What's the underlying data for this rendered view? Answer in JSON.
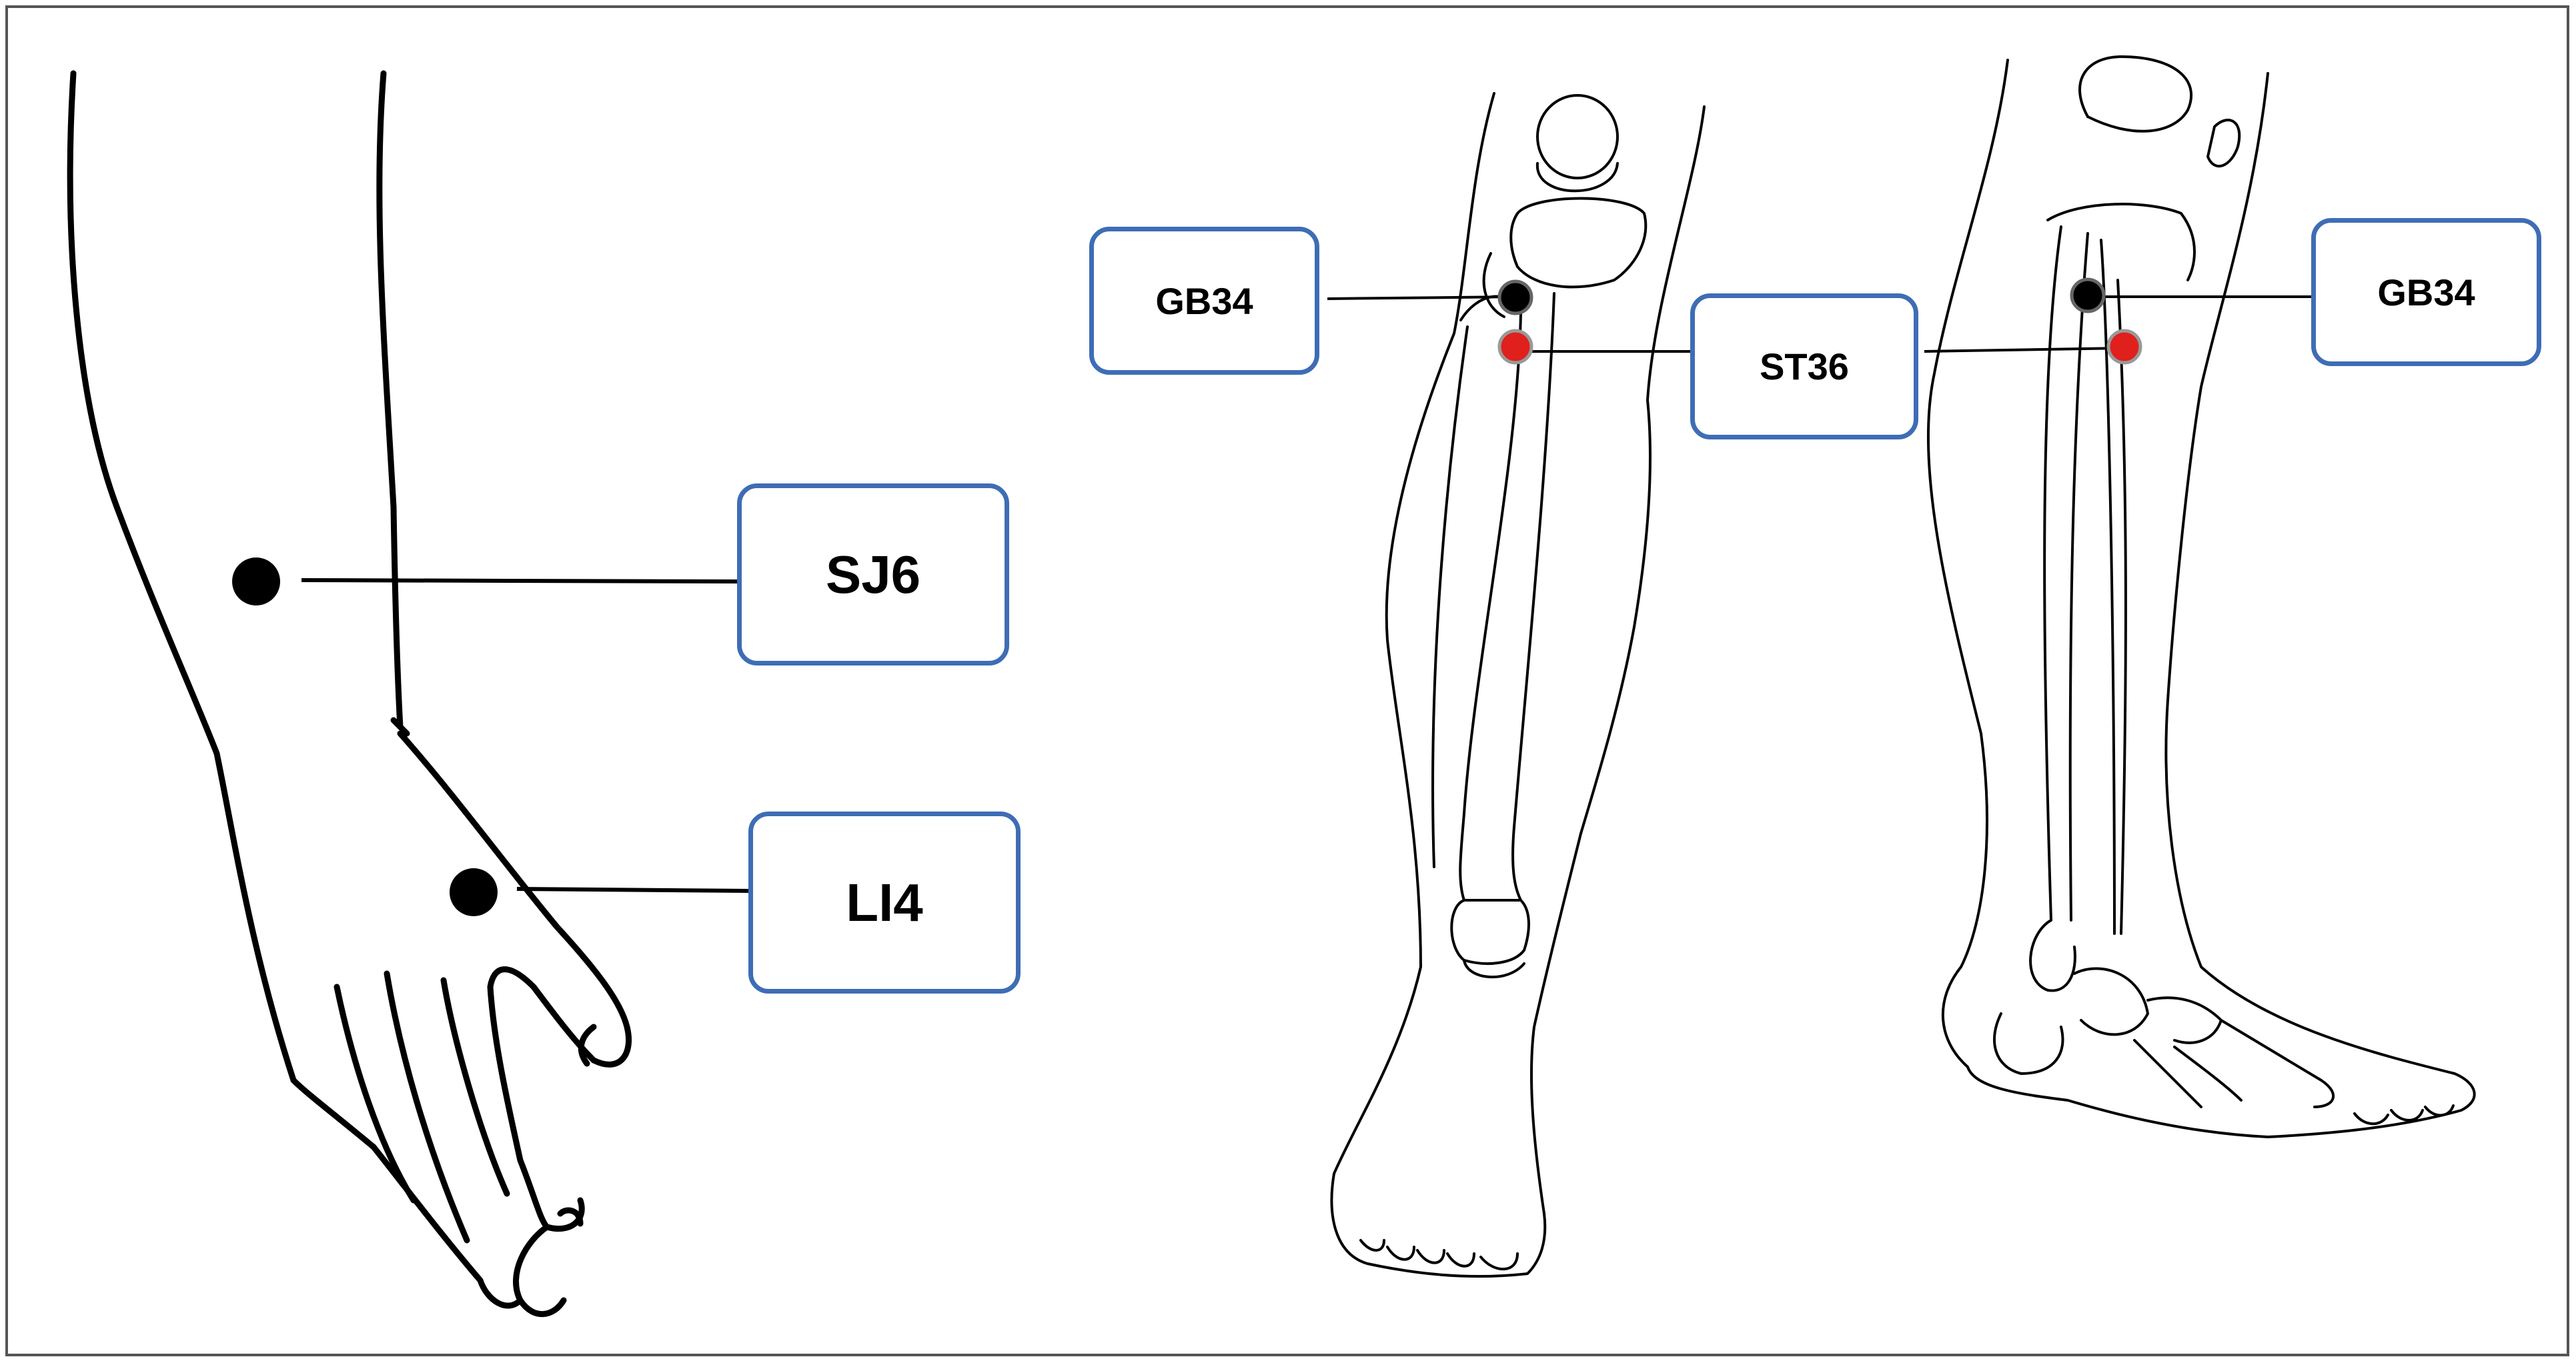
{
  "colors": {
    "label_border": "#3e6db5",
    "point_black": "#000000",
    "point_red": "#e0201c",
    "frame": "#555555"
  },
  "labels": {
    "sj6": "SJ6",
    "li4": "LI4",
    "gb34_left": "GB34",
    "st36": "ST36",
    "gb34_right": "GB34"
  }
}
